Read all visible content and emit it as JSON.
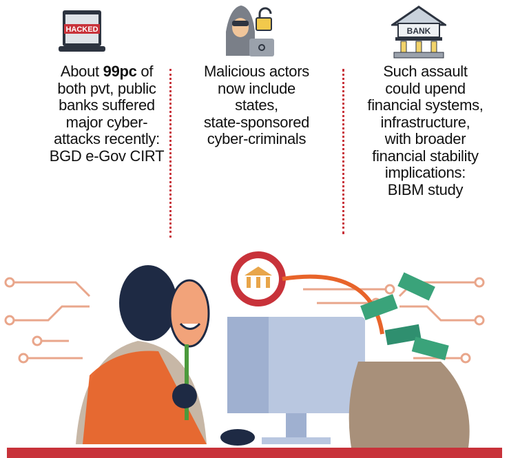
{
  "columns": [
    {
      "icon": "hacked-laptop-icon",
      "icon_text": "HACKED",
      "lines": [
        "About ",
        "99pc",
        " of",
        "both pvt, public",
        "banks suffered",
        "major cyber-",
        "attacks recently:",
        "BGD e-Gov CIRT"
      ]
    },
    {
      "icon": "hacker-icon",
      "lines": [
        "Malicious actors",
        "now include",
        "states,",
        "state-sponsored",
        "cyber-criminals"
      ]
    },
    {
      "icon": "bank-icon",
      "icon_text": "BANK",
      "lines": [
        "Such assault",
        "could upend",
        "financial systems,",
        "infrastructure,",
        "with broader",
        "financial stability",
        "implications:",
        "BIBM study"
      ]
    }
  ],
  "colors": {
    "accent": "#c8323a",
    "orange": "#e8642a",
    "navy": "#1e2a44",
    "teal": "#2f8f6f"
  }
}
